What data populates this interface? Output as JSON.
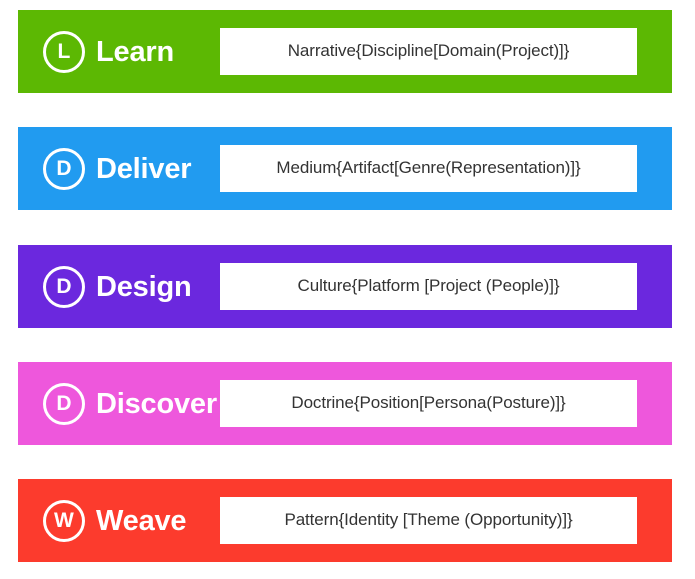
{
  "page": {
    "background": "#ffffff",
    "title": "Framework Stage Bars",
    "box_background": "#ffffff",
    "formula_text_color": "#333333",
    "label_text_color": "#ffffff"
  },
  "rows": [
    {
      "badge_letter": "L",
      "badge_name": "badge-letter-l",
      "label": "Learn",
      "formula": "Narrative{Discipline[Domain(Project)]}",
      "color": "#5CB803"
    },
    {
      "badge_letter": "D",
      "badge_name": "badge-letter-d",
      "label": "Deliver",
      "formula": "Medium{Artifact[Genre(Representation)]}",
      "color": "#219BF0"
    },
    {
      "badge_letter": "D",
      "badge_name": "badge-letter-d",
      "label": "Design",
      "formula": "Culture{Platform [Project (People)]}",
      "color": "#6B28DE"
    },
    {
      "badge_letter": "D",
      "badge_name": "badge-letter-d",
      "label": "Discover",
      "formula": "Doctrine{Position[Persona(Posture)]}",
      "color": "#EE57DC"
    },
    {
      "badge_letter": "W",
      "badge_name": "badge-letter-w",
      "label": "Weave",
      "formula": "Pattern{Identity [Theme (Opportunity)]}",
      "color": "#FC3B2D"
    }
  ]
}
